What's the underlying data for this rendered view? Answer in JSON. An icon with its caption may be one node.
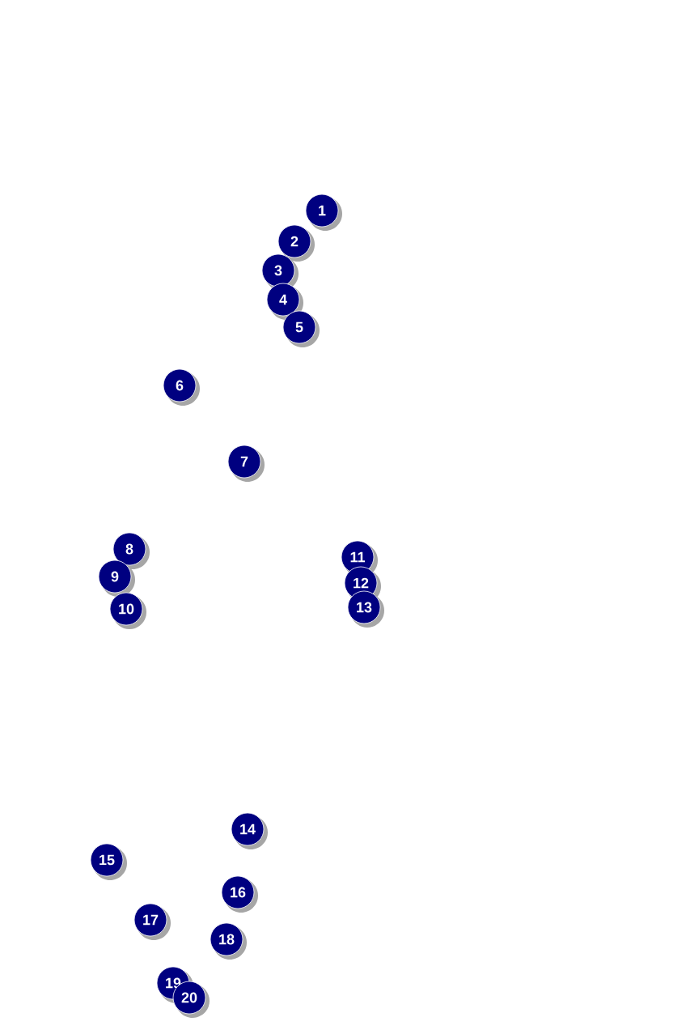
{
  "diagram": {
    "nodes": [
      {
        "text": [
          "1"
        ]
      },
      {
        "text": [
          "2"
        ]
      },
      {
        "text": [
          "3"
        ]
      },
      {
        "text": [
          "4"
        ]
      },
      {
        "text": [
          "5"
        ]
      },
      {
        "text": [
          "6"
        ]
      },
      {
        "text": [
          "7"
        ]
      },
      {
        "text": [
          "8"
        ]
      },
      {
        "text": [
          "9"
        ]
      },
      {
        "text": [
          "10"
        ]
      },
      {
        "text": [
          "11"
        ]
      },
      {
        "text": [
          "12"
        ]
      },
      {
        "text": [
          "13"
        ]
      },
      {
        "text": [
          "14"
        ]
      },
      {
        "text": [
          "15"
        ]
      },
      {
        "text": [
          "16"
        ]
      },
      {
        "text": [
          "17"
        ]
      },
      {
        "text": [
          "18"
        ]
      },
      {
        "text": [
          "19"
        ]
      },
      {
        "text": [
          "20"
        ]
      }
    ]
  }
}
